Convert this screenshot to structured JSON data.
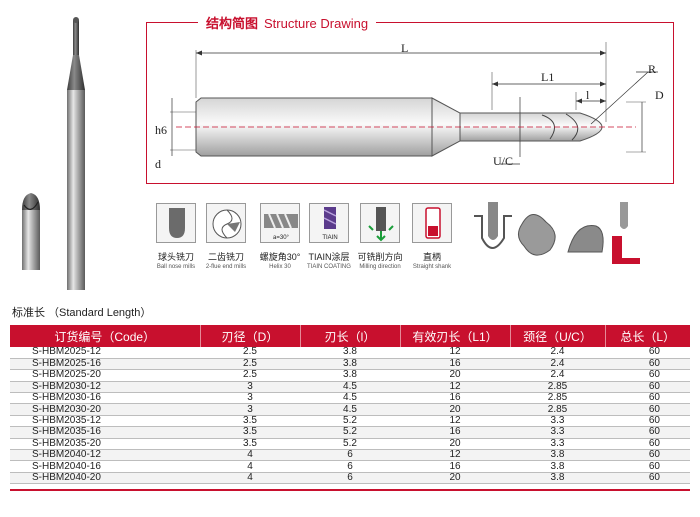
{
  "structure": {
    "title_cn": "结构简图",
    "title_en": "Structure Drawing",
    "dims": {
      "L": "L",
      "L1": "L1",
      "l": "l",
      "R": "R",
      "D": "D",
      "h6": "h6",
      "d": "d",
      "uc": "U/C"
    }
  },
  "features": [
    {
      "icon": "ball-nose-icon",
      "cn": "球头铣刀",
      "en": "Ball nose mills"
    },
    {
      "icon": "two-flute-icon",
      "cn": "二齿铣刀",
      "en": "2-flue end mills"
    },
    {
      "icon": "helix-icon",
      "cn": "螺旋角30°",
      "en": "Helix 30",
      "inner": "a=30°"
    },
    {
      "icon": "tiain-coating-icon",
      "cn": "TIAIN涂层",
      "en": "TIAIN COATING",
      "inner": "TIAIN"
    },
    {
      "icon": "milling-direction-icon",
      "cn": "可铣削方向",
      "en": "Milling direction"
    },
    {
      "icon": "straight-shank-icon",
      "cn": "直柄",
      "en": "Straight shank"
    }
  ],
  "table": {
    "title": "标准长",
    "title_en": "Standard Length",
    "headers": [
      "订货编号（Code）",
      "刃径（D）",
      "刃长（l）",
      "有效刃长（L1）",
      "颈径（U/C）",
      "总长（L）"
    ],
    "rows": [
      [
        "S-HBM2025-12",
        "2.5",
        "3.8",
        "12",
        "2.4",
        "60"
      ],
      [
        "S-HBM2025-16",
        "2.5",
        "3.8",
        "16",
        "2.4",
        "60"
      ],
      [
        "S-HBM2025-20",
        "2.5",
        "3.8",
        "20",
        "2.4",
        "60"
      ],
      [
        "S-HBM2030-12",
        "3",
        "4.5",
        "12",
        "2.85",
        "60"
      ],
      [
        "S-HBM2030-16",
        "3",
        "4.5",
        "16",
        "2.85",
        "60"
      ],
      [
        "S-HBM2030-20",
        "3",
        "4.5",
        "20",
        "2.85",
        "60"
      ],
      [
        "S-HBM2035-12",
        "3.5",
        "5.2",
        "12",
        "3.3",
        "60"
      ],
      [
        "S-HBM2035-16",
        "3.5",
        "5.2",
        "16",
        "3.3",
        "60"
      ],
      [
        "S-HBM2035-20",
        "3.5",
        "5.2",
        "20",
        "3.3",
        "60"
      ],
      [
        "S-HBM2040-12",
        "4",
        "6",
        "12",
        "3.8",
        "60"
      ],
      [
        "S-HBM2040-16",
        "4",
        "6",
        "16",
        "3.8",
        "60"
      ],
      [
        "S-HBM2040-20",
        "4",
        "6",
        "20",
        "3.8",
        "60"
      ]
    ]
  },
  "colors": {
    "accent": "#c8102e",
    "row_alt": "#f3f3f3",
    "rule": "#bdbdbd"
  }
}
